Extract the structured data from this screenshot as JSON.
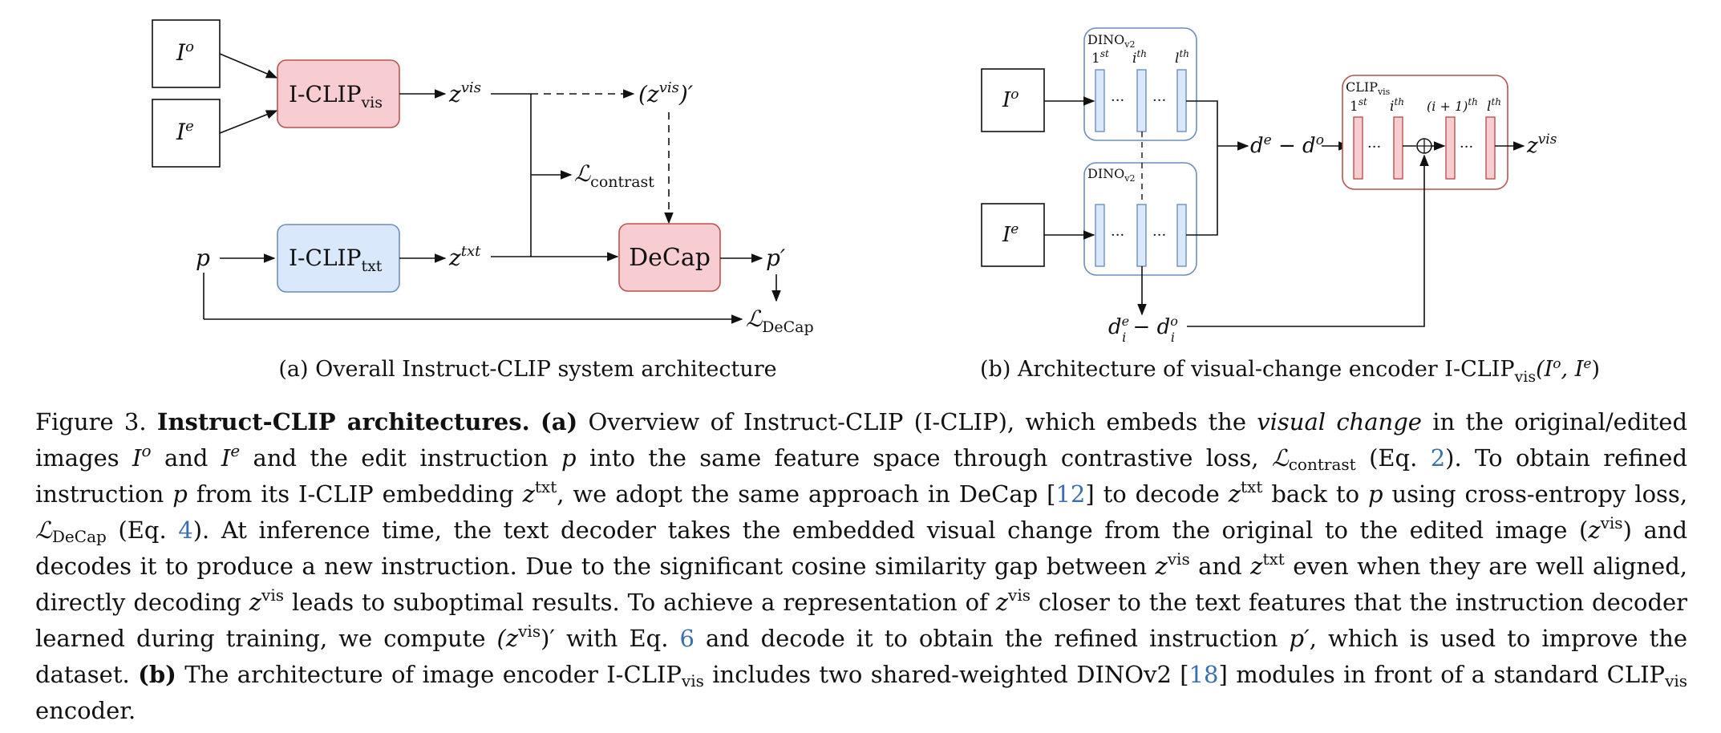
{
  "panel_a": {
    "input_original": "I",
    "input_original_sup": "o",
    "input_edited": "I",
    "input_edited_sup": "e",
    "vis_encoder_main": "I-CLIP",
    "vis_encoder_sub": "vis",
    "txt_encoder_main": "I-CLIP",
    "txt_encoder_sub": "txt",
    "decoder": "DeCap",
    "z_vis": "z",
    "z_vis_sup": "vis",
    "z_vis_prime_open": "(z",
    "z_vis_prime_sup": "vis",
    "z_vis_prime_close": ")′",
    "z_txt": "z",
    "z_txt_sup": "txt",
    "loss_contrast_main": "ℒ",
    "loss_contrast_sub": "contrast",
    "loss_decap_main": "ℒ",
    "loss_decap_sub": "DeCap",
    "instruction": "p",
    "instruction_prime": "p′",
    "caption": "(a) Overall Instruct-CLIP system architecture"
  },
  "panel_b": {
    "input_original": "I",
    "input_original_sup": "o",
    "input_edited": "I",
    "input_edited_sup": "e",
    "dino_label_main": "DINO",
    "dino_label_sub": "v2",
    "layer_1": "1",
    "layer_1_sup": "st",
    "layer_i": "i",
    "layer_i_sup": "th",
    "layer_l": "l",
    "layer_l_sup": "th",
    "dots": "···",
    "diff_global": "d",
    "diff_e_sup": "e",
    "diff_minus": " − d",
    "diff_o_sup": "o",
    "diff_layer_e": "d",
    "diff_layer_i_sub": "i",
    "clip_label_main": "CLIP",
    "clip_label_sub": "vis",
    "layer_i1": "(i + 1)",
    "layer_i1_sup": "th",
    "z_vis": "z",
    "z_vis_sup": "vis",
    "caption_main": "(b) Architecture of visual-change encoder I-CLIP",
    "caption_sub": "vis",
    "caption_args": "(I",
    "caption_args_o": "o",
    "caption_args_mid": ", I",
    "caption_args_e": "e",
    "caption_args_close": ")"
  },
  "caption": {
    "figure_label": "Figure 3.",
    "title": "Instruct-CLIP architectures.",
    "label_a": "(a)",
    "s1": "Overview of Instruct-CLIP (I-CLIP), which embeds the",
    "s1_em": "visual change",
    "s1b": "in the original/edited images",
    "s1c": "and",
    "s1d": "and the edit instruction",
    "s1e": "into the same feature space through contrastive loss,",
    "s1f": "(Eq.",
    "eq2": "2",
    "s1g": "). To obtain refined instruction",
    "s2": "from its I-CLIP embedding",
    "s2b": ", we adopt the same approach in DeCap [",
    "ref12": "12",
    "s2c": "] to decode",
    "s2d": "back to",
    "s2e": "using cross-entropy loss,",
    "s2f": "(Eq.",
    "eq4": "4",
    "s3": "). At inference time, the text decoder takes the embedded visual change from the original to the edited image (",
    "s3b": ") and decodes it to produce a new instruction. Due to the significant cosine similarity gap between",
    "s3c": "and",
    "s3d": "even when they are well aligned, directly decoding",
    "s3e": "leads to suboptimal results. To achieve a representation of",
    "s3f": "closer to the text features that the instruction decoder learned during training, we compute",
    "s3g": "with Eq.",
    "eq6": "6",
    "s3h": "and decode it to obtain the refined instruction",
    "s3i": ", which is used to improve the dataset.",
    "label_b": "(b)",
    "s4": "The architecture of image encoder I-CLIP",
    "s4b": "includes two shared-weighted DINOv2 [",
    "ref18": "18",
    "s4c": "] modules in front of a standard CLIP",
    "s4d": "encoder.",
    "sym_I": "I",
    "sym_o": "o",
    "sym_e": "e",
    "sym_p": "p",
    "sym_z": "z",
    "sym_vis": "vis",
    "sym_txt": "txt",
    "sym_L": "ℒ",
    "sym_contrast": "contrast",
    "sym_decap": "DeCap",
    "sym_prime_open": "(z",
    "sym_prime_close": ")′",
    "sym_pprime": "p′"
  },
  "colors": {
    "pink_fill": "#f8cdd1",
    "pink_stroke": "#b85450",
    "blue_fill": "#dae8fc",
    "blue_stroke": "#6c8ebf"
  }
}
